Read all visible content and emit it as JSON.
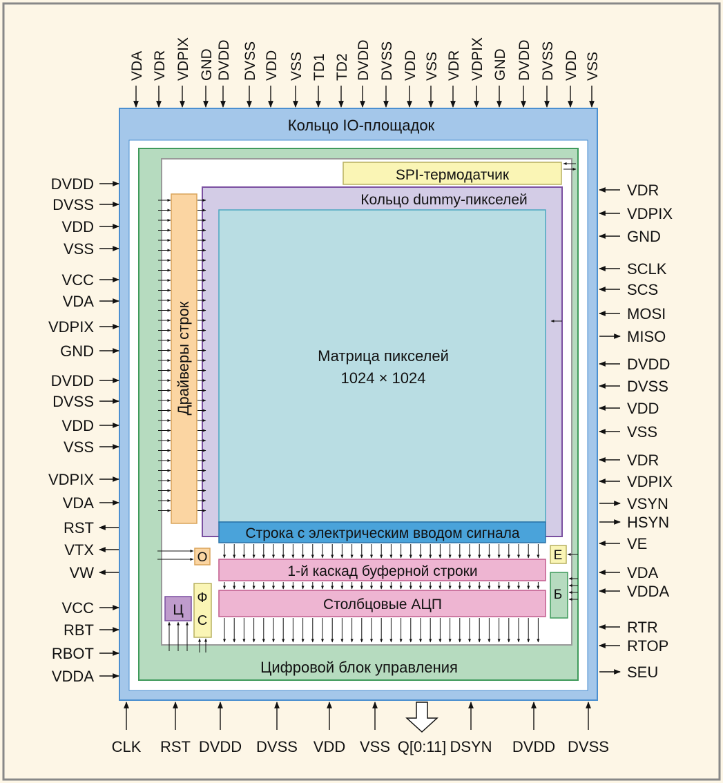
{
  "top_pins": [
    "VDA",
    "VDR",
    "VDPIX",
    "GND",
    "DVDD",
    "DVSS",
    "VDD",
    "VSS",
    "TD1",
    "TD2",
    "DVDD",
    "DVSS",
    "VDD",
    "VSS",
    "VDR",
    "VDPIX",
    "GND",
    "DVDD",
    "DVSS",
    "VDD",
    "VSS"
  ],
  "left_pins": [
    {
      "label": "DVDD",
      "dir": "in"
    },
    {
      "label": "DVSS",
      "dir": "in"
    },
    {
      "label": "VDD",
      "dir": "in"
    },
    {
      "label": "VSS",
      "dir": "in"
    },
    {
      "label": "VCC",
      "dir": "in"
    },
    {
      "label": "VDA",
      "dir": "in"
    },
    {
      "label": "VDPIX",
      "dir": "in"
    },
    {
      "label": "GND",
      "dir": "in"
    },
    {
      "label": "DVDD",
      "dir": "in"
    },
    {
      "label": "DVSS",
      "dir": "in"
    },
    {
      "label": "VDD",
      "dir": "in"
    },
    {
      "label": "VSS",
      "dir": "in"
    },
    {
      "label": "VDPIX",
      "dir": "in"
    },
    {
      "label": "VDA",
      "dir": "in"
    },
    {
      "label": "RST",
      "dir": "out"
    },
    {
      "label": "VTX",
      "dir": "out"
    },
    {
      "label": "VW",
      "dir": "out"
    },
    {
      "label": "VCC",
      "dir": "in"
    },
    {
      "label": "RBT",
      "dir": "in"
    },
    {
      "label": "RBOT",
      "dir": "in"
    },
    {
      "label": "VDDA",
      "dir": "in"
    }
  ],
  "right_pins": [
    {
      "label": "VDR",
      "dir": "in"
    },
    {
      "label": "VDPIX",
      "dir": "in"
    },
    {
      "label": "GND",
      "dir": "in"
    },
    {
      "label": "SCLK",
      "dir": "in"
    },
    {
      "label": "SCS",
      "dir": "in"
    },
    {
      "label": "MOSI",
      "dir": "in"
    },
    {
      "label": "MISO",
      "dir": "out"
    },
    {
      "label": "DVDD",
      "dir": "in"
    },
    {
      "label": "DVSS",
      "dir": "in"
    },
    {
      "label": "VDD",
      "dir": "in"
    },
    {
      "label": "VSS",
      "dir": "in"
    },
    {
      "label": "VDR",
      "dir": "in"
    },
    {
      "label": "VDPIX",
      "dir": "in"
    },
    {
      "label": "VSYN",
      "dir": "out"
    },
    {
      "label": "HSYN",
      "dir": "out"
    },
    {
      "label": "VE",
      "dir": "in"
    },
    {
      "label": "VDA",
      "dir": "in"
    },
    {
      "label": "VDDA",
      "dir": "in"
    },
    {
      "label": "RTR",
      "dir": "in"
    },
    {
      "label": "RTOP",
      "dir": "in"
    },
    {
      "label": "SEU",
      "dir": "out"
    }
  ],
  "bottom_pins": [
    {
      "label": "CLK",
      "dir": "in"
    },
    {
      "label": "RST",
      "dir": "in"
    },
    {
      "label": "DVDD",
      "dir": "in"
    },
    {
      "label": "DVSS",
      "dir": "in"
    },
    {
      "label": "VDD",
      "dir": "in"
    },
    {
      "label": "VSS",
      "dir": "in"
    },
    {
      "label": "Q[0:11]",
      "dir": "bus-out"
    },
    {
      "label": "DSYN",
      "dir": "in"
    },
    {
      "label": "DVDD",
      "dir": "in"
    },
    {
      "label": "DVSS",
      "dir": "in"
    }
  ],
  "blocks": {
    "io_ring": "Кольцо IO-площадок",
    "digital": "Цифровой блок управления",
    "spi": "SPI-термодатчик",
    "dummy_ring": "Кольцо dummy-пикселей",
    "matrix_line1": "Матрица пикселей",
    "matrix_line2": "1024 × 1024",
    "row_drivers": "Драйверы строк",
    "electrical_row": "Строка с электрическим вводом сигнала",
    "buffer_row": "1-й каскад буферной строки",
    "adc": "Столбцовые АЦП",
    "o_box": "О",
    "ts_box": "Ц",
    "fs_box_1": "Ф",
    "fs_box_2": "С",
    "e_box": "Е",
    "b_box": "Б"
  },
  "colors": {
    "io_ring": "#a4c7ea",
    "digital": "#b6dbbf",
    "matrix": "#b9dde3",
    "dummy": "#d3cce6",
    "spi": "#faf5b5",
    "row_drivers": "#fbd5a2",
    "electrical_row": "#4aa3da",
    "buffer": "#eeb5d2",
    "background": "#fdf6e6"
  }
}
